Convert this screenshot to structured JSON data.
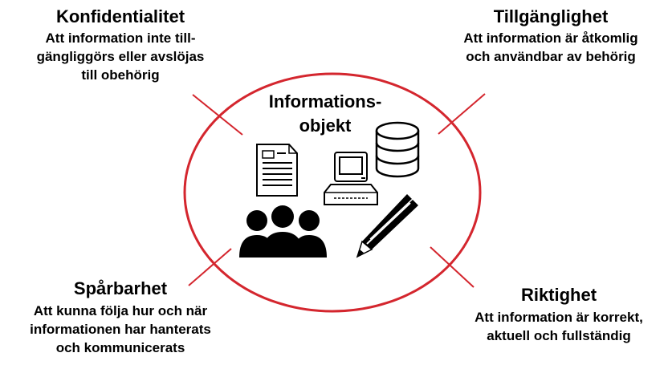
{
  "colors": {
    "accent": "#d4262e",
    "ink": "#000000",
    "background": "#ffffff"
  },
  "center": {
    "line1": "Informations-",
    "line2": "objekt"
  },
  "quadrants": {
    "konfidentialitet": {
      "title": "Konfidentialitet",
      "lines": [
        "Att information inte till-",
        "gängliggörs eller avslöjas",
        "till obehörig"
      ]
    },
    "tillganglighet": {
      "title": "Tillgänglighet",
      "lines": [
        "Att information är åtkomlig",
        "och användbar av behörig"
      ]
    },
    "sparbarhet": {
      "title": "Spårbarhet",
      "lines": [
        "Att kunna följa hur och när",
        "informationen har hanterats",
        "och kommunicerats"
      ]
    },
    "riktighet": {
      "title": "Riktighet",
      "lines": [
        "Att information är korrekt,",
        "aktuell och fullständig"
      ]
    }
  },
  "icons": [
    "document-icon",
    "computer-icon",
    "database-icon",
    "people-icon",
    "pencil-icon"
  ]
}
